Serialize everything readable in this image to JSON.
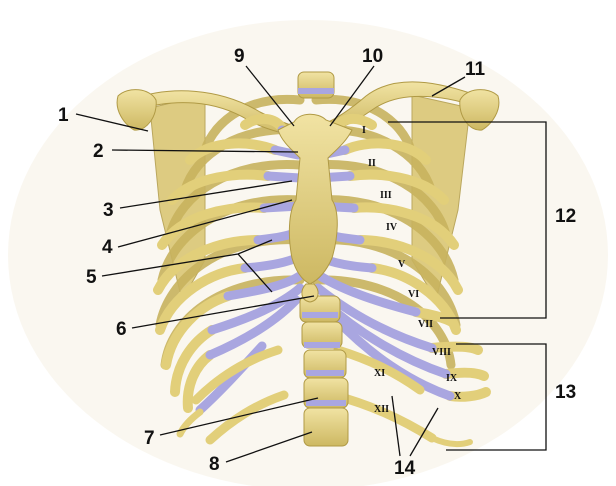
{
  "colors": {
    "bone": "#e2cf7a",
    "bone_light": "#f1e3a3",
    "bone_dark": "#b09a45",
    "cartilage": "#a9a6e0",
    "cartilage_dark": "#7e7bc2",
    "label": "#111111",
    "leader": "#111111"
  },
  "labels": {
    "l1": "1",
    "l2": "2",
    "l3": "3",
    "l4": "4",
    "l5": "5",
    "l6": "6",
    "l7": "7",
    "l8": "8",
    "l9": "9",
    "l10": "10",
    "l11": "11",
    "l12": "12",
    "l13": "13",
    "l14": "14"
  },
  "ribs": {
    "r1": "I",
    "r2": "II",
    "r3": "III",
    "r4": "IV",
    "r5": "V",
    "r6": "VI",
    "r7": "VII",
    "r8": "VIII",
    "r9": "IX",
    "r10": "X",
    "r11": "XI",
    "r12": "XII"
  }
}
